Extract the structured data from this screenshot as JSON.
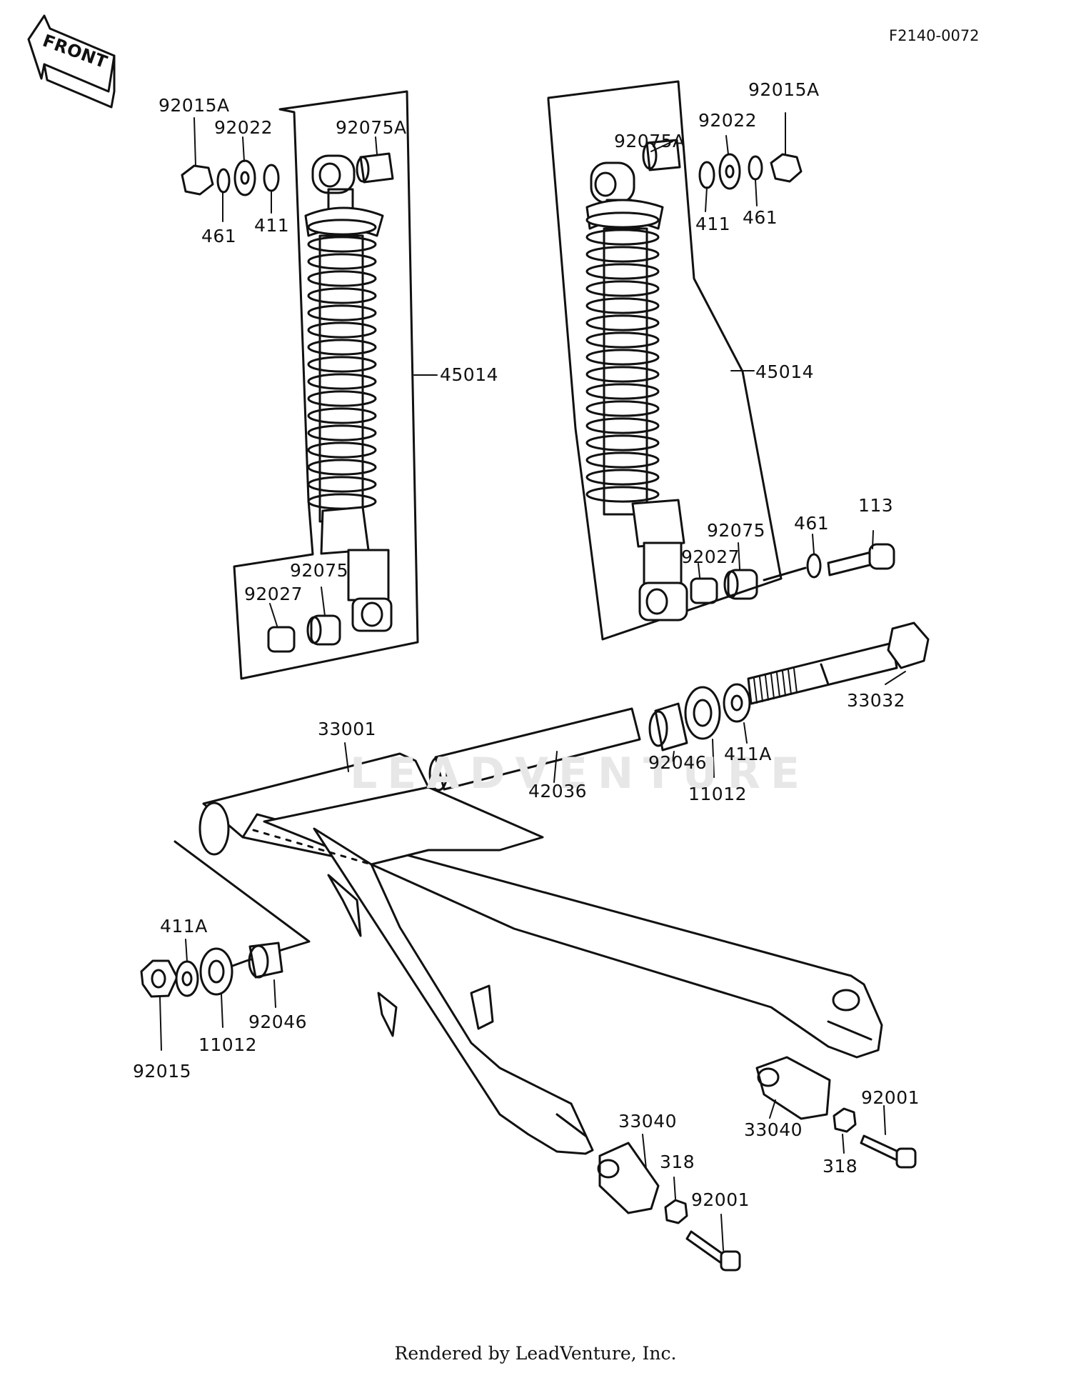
{
  "drawing_code": "F2140-0072",
  "front_label": "FRONT",
  "watermark": "LEADVENTURE",
  "footer": "Rendered by LeadVenture, Inc.",
  "callouts": [
    {
      "id": "c-92015a-l",
      "text": "92015A"
    },
    {
      "id": "c-92022-l",
      "text": "92022"
    },
    {
      "id": "c-92075a-l",
      "text": "92075A"
    },
    {
      "id": "c-461-l",
      "text": "461"
    },
    {
      "id": "c-411-l",
      "text": "411"
    },
    {
      "id": "c-45014-l",
      "text": "45014"
    },
    {
      "id": "c-92075-l",
      "text": "92075"
    },
    {
      "id": "c-92027-l",
      "text": "92027"
    },
    {
      "id": "c-92075a-r",
      "text": "92075A"
    },
    {
      "id": "c-92022-r",
      "text": "92022"
    },
    {
      "id": "c-92015a-r",
      "text": "92015A"
    },
    {
      "id": "c-411-r",
      "text": "411"
    },
    {
      "id": "c-461-r",
      "text": "461"
    },
    {
      "id": "c-45014-r",
      "text": "45014"
    },
    {
      "id": "c-113",
      "text": "113"
    },
    {
      "id": "c-461-bolt",
      "text": "461"
    },
    {
      "id": "c-92075-r",
      "text": "92075"
    },
    {
      "id": "c-92027-r",
      "text": "92027"
    },
    {
      "id": "c-33032",
      "text": "33032"
    },
    {
      "id": "c-33001",
      "text": "33001"
    },
    {
      "id": "c-92046-r",
      "text": "92046"
    },
    {
      "id": "c-411a-r",
      "text": "411A"
    },
    {
      "id": "c-42036",
      "text": "42036"
    },
    {
      "id": "c-11012-r",
      "text": "11012"
    },
    {
      "id": "c-411a-l",
      "text": "411A"
    },
    {
      "id": "c-92046-l",
      "text": "92046"
    },
    {
      "id": "c-11012-l",
      "text": "11012"
    },
    {
      "id": "c-92015",
      "text": "92015"
    },
    {
      "id": "c-33040-l",
      "text": "33040"
    },
    {
      "id": "c-318-l",
      "text": "318"
    },
    {
      "id": "c-92001-l",
      "text": "92001"
    },
    {
      "id": "c-33040-r",
      "text": "33040"
    },
    {
      "id": "c-318-r",
      "text": "318"
    },
    {
      "id": "c-92001-r",
      "text": "92001"
    }
  ]
}
